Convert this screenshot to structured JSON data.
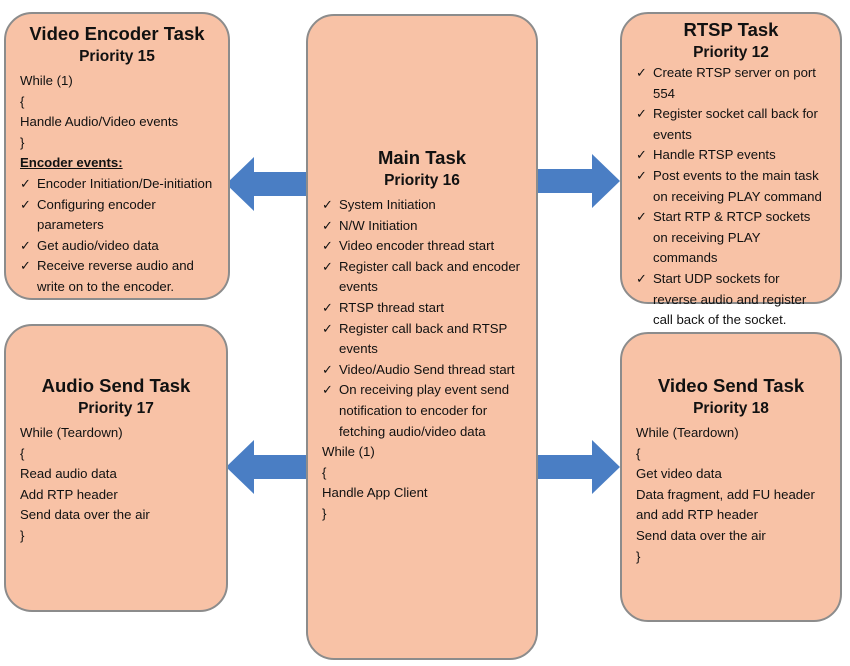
{
  "colors": {
    "box_fill": "#f8c2a6",
    "box_border": "#8c8c8c",
    "arrow": "#4a7ec4"
  },
  "check_glyph": "✓",
  "video_encoder": {
    "title": "Video Encoder Task",
    "priority": "Priority 15",
    "lines": [
      "While (1)",
      "{",
      "Handle Audio/Video events",
      "}"
    ],
    "events_heading": "Encoder events:",
    "items": [
      "Encoder Initiation/De-initiation",
      "Configuring encoder parameters",
      "Get audio/video data",
      "Receive reverse audio and write on to the encoder."
    ]
  },
  "main_task": {
    "title": "Main Task",
    "priority": "Priority 16",
    "items": [
      "System Initiation",
      "N/W Initiation",
      "Video encoder thread start",
      "Register call back and encoder events",
      "RTSP thread start",
      "Register call back and RTSP events",
      "Video/Audio Send thread start",
      "On receiving play event send notification to encoder for fetching audio/video data"
    ],
    "lines": [
      "While (1)",
      "{",
      "Handle App Client",
      "}"
    ]
  },
  "rtsp": {
    "title": "RTSP Task",
    "priority": "Priority 12",
    "items": [
      "Create RTSP server on port 554",
      "Register socket call back for events",
      "Handle RTSP events",
      "Post events to the main task on receiving PLAY command",
      "Start RTP & RTCP sockets on receiving PLAY commands",
      "Start UDP sockets for reverse audio and register call back of the socket."
    ]
  },
  "audio_send": {
    "title": "Audio Send Task",
    "priority": "Priority 17",
    "lines": [
      "While (Teardown)",
      "{",
      "Read audio data",
      "Add RTP header",
      "Send data over the air",
      "}"
    ]
  },
  "video_send": {
    "title": "Video Send Task",
    "priority": "Priority 18",
    "lines": [
      "While (Teardown)",
      "{",
      "Get video data",
      "Data fragment, add FU header and add RTP header",
      "Send data over the air",
      "}"
    ]
  }
}
